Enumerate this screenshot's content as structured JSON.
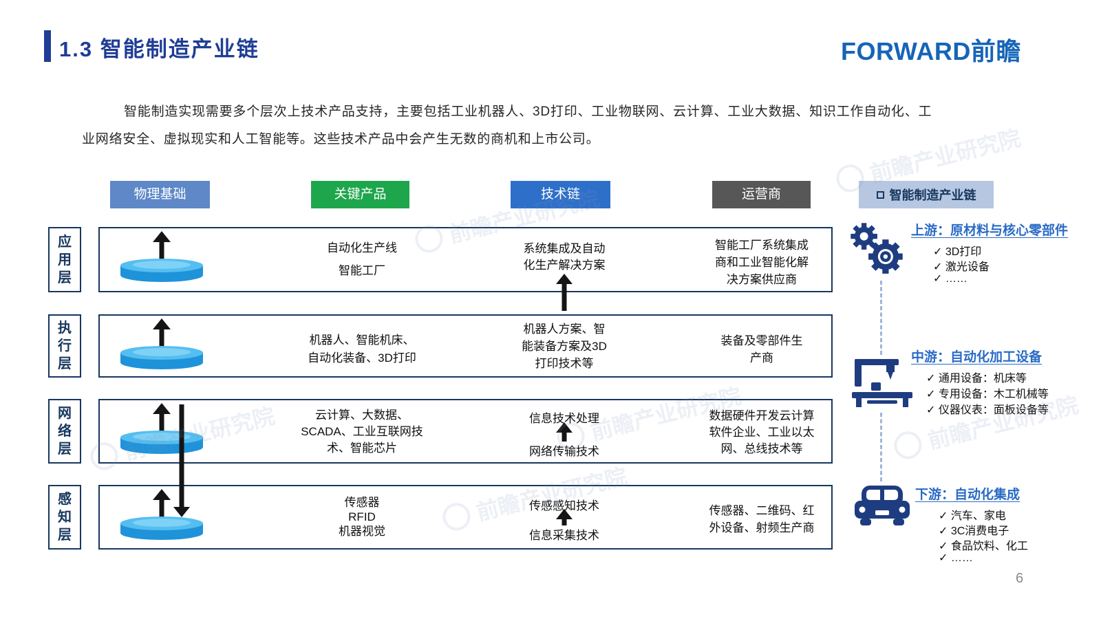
{
  "slide": {
    "title": "1.3 智能制造产业链",
    "logo": "FORWARD前瞻",
    "intro_line1": "智能制造实现需要多个层次上技术产品支持，主要包括工业机器人、3D打印、工业物联网、云计算、工业大数据、知识工作自动化、工",
    "intro_line2": "业网络安全、虚拟现实和人工智能等。这些技术产品中会产生无数的商机和上市公司。",
    "page_number": "6",
    "watermark": "前瞻产业研究院"
  },
  "headers": {
    "physical": "物理基础",
    "products": "关键产品",
    "tech": "技术链",
    "operators": "运营商",
    "legend": "智能制造产业链"
  },
  "layers": {
    "application": {
      "label": "应用层",
      "products": "自动化生产线\n智能工厂",
      "tech": "系统集成及自动\n化生产解决方案",
      "operators": "智能工厂系统集成\n商和工业智能化解\n决方案供应商"
    },
    "execution": {
      "label": "执行层",
      "products": "机器人、智能机床、\n自动化装备、3D打印",
      "tech": "机器人方案、智\n能装备方案及3D\n打印技术等",
      "operators": "装备及零部件生\n产商"
    },
    "network": {
      "label": "网络层",
      "products": "云计算、大数据、\nSCADA、工业互联网技\n术、智能芯片",
      "tech_top": "信息技术处理",
      "tech_bottom": "网络传输技术",
      "operators": "数据硬件开发云计算\n软件企业、工业以太\n网、总线技术等"
    },
    "perception": {
      "label": "感知层",
      "products": "传感器\nRFID\n机器视觉",
      "tech_top": "传感感知技术",
      "tech_bottom": "信息采集技术",
      "operators": "传感器、二维码、红\n外设备、射频生产商"
    }
  },
  "value_chain": {
    "upstream": {
      "title": "上游：原材料与核心零部件",
      "items": [
        "✓ 3D打印",
        "✓ 激光设备",
        "✓ ……"
      ]
    },
    "midstream": {
      "title": "中游：自动化加工设备",
      "items": [
        "✓ 通用设备：机床等",
        "✓ 专用设备：木工机械等",
        "✓ 仪器仪表：面板设备等"
      ]
    },
    "downstream": {
      "title": "下游：自动化集成",
      "items": [
        "✓ 汽车、家电",
        "✓ 3C消费电子",
        "✓ 食品饮料、化工",
        "✓ ……"
      ]
    }
  },
  "colors": {
    "navy": "#17375E",
    "title_blue": "#1F3D96",
    "logo_blue": "#1565B8",
    "header_physical": "#5E88C8",
    "header_products": "#1EA64C",
    "header_tech": "#2E6FC9",
    "header_operators": "#575757",
    "legend_bg": "#B7C7E2",
    "disk_blue": "#1E93DA",
    "link_blue": "#2A6BC5",
    "arrow_black": "#151515"
  }
}
